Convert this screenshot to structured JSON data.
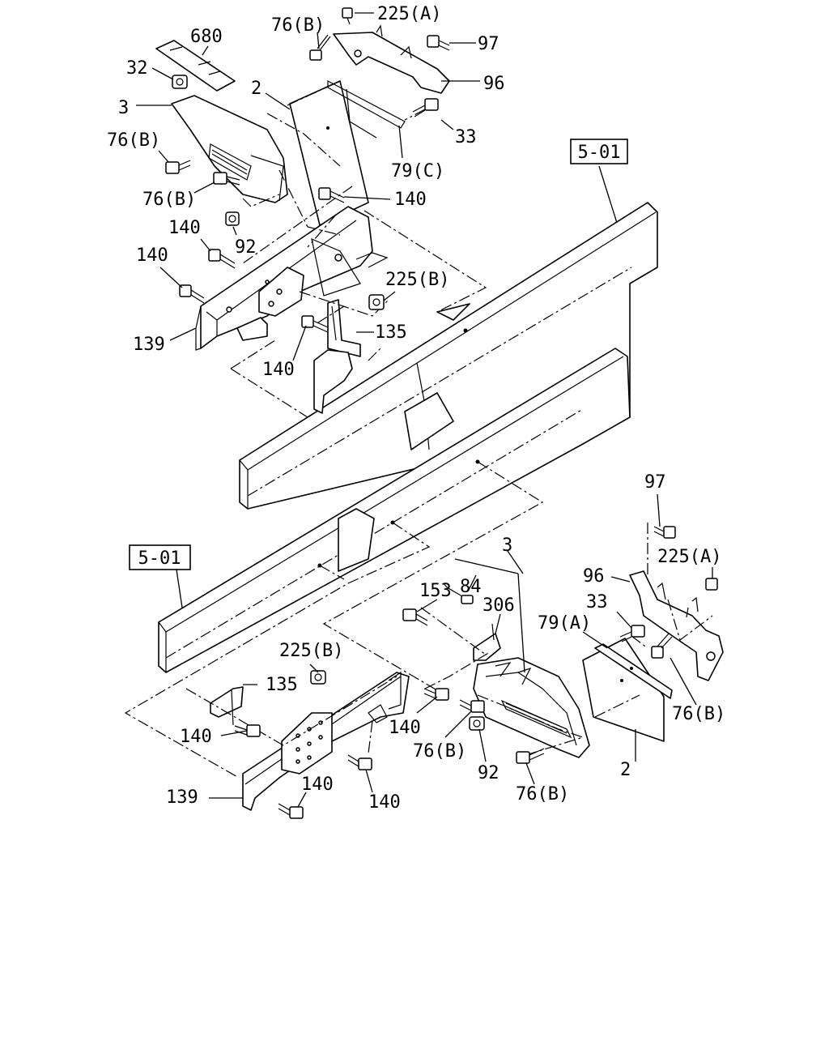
{
  "labels": {
    "upper": {
      "l225a": "225(A)",
      "l76b_top": "76(B)",
      "l680": "680",
      "l97": "97",
      "l32": "32",
      "l96": "96",
      "l3": "3",
      "l2": "2",
      "l33": "33",
      "l76b_left": "76(B)",
      "l79c": "79(C)",
      "l501": "5-01",
      "l76b_mid": "76(B)",
      "l140_a": "140",
      "l92": "92",
      "l140_b": "140",
      "l140_c": "140",
      "l225b": "225(B)",
      "l135": "135",
      "l139": "139",
      "l140_d": "140"
    },
    "lower": {
      "l97": "97",
      "l3": "3",
      "l225a": "225(A)",
      "l501": "5-01",
      "l96": "96",
      "l153": "153",
      "l84": "84",
      "l306": "306",
      "l33": "33",
      "l79a": "79(A)",
      "l225b": "225(B)",
      "l135": "135",
      "l76b_right": "76(B)",
      "l140_a": "140",
      "l76b_mid": "76(B)",
      "l140_b": "140",
      "l92": "92",
      "l2": "2",
      "l140_c": "140",
      "l139": "139",
      "l140_d": "140",
      "l76b_bottom": "76(B)"
    }
  },
  "colors": {
    "line": "#000000",
    "background": "#ffffff"
  }
}
